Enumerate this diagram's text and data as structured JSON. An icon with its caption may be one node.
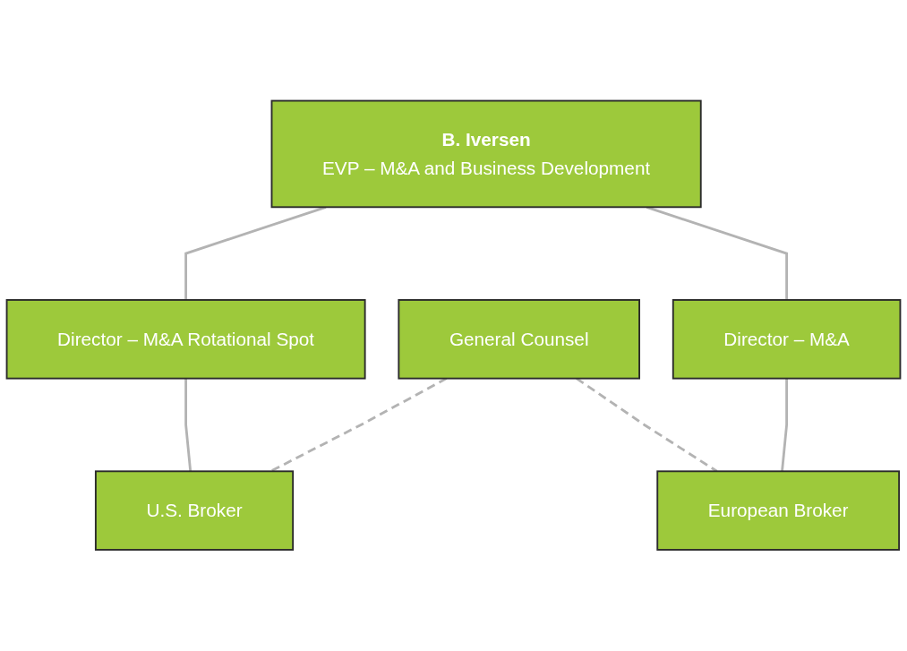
{
  "diagram": {
    "nodes": [
      {
        "text": [
          "B. Iversen",
          "EVP – M&A and Business Development"
        ]
      },
      {
        "text": [
          "Director – M&A Rotational Spot"
        ]
      },
      {
        "text": [
          "Director – M&A"
        ]
      },
      {
        "text": [
          "General Counsel"
        ]
      },
      {
        "text": [
          "U.S. Broker"
        ]
      },
      {
        "text": [
          "European Broker"
        ]
      }
    ],
    "edges": [
      {
        "from": 0,
        "to": 1,
        "arrow": "none"
      },
      {
        "from": 0,
        "to": 2,
        "arrow": "none"
      },
      {
        "from": 1,
        "to": 4,
        "arrow": "none"
      },
      {
        "from": 2,
        "to": 5,
        "arrow": "none"
      },
      {
        "from": 3,
        "to": 4,
        "arrow": "none",
        "style": "dashed"
      },
      {
        "from": 3,
        "to": 5,
        "arrow": "none",
        "style": "dashed"
      }
    ]
  }
}
